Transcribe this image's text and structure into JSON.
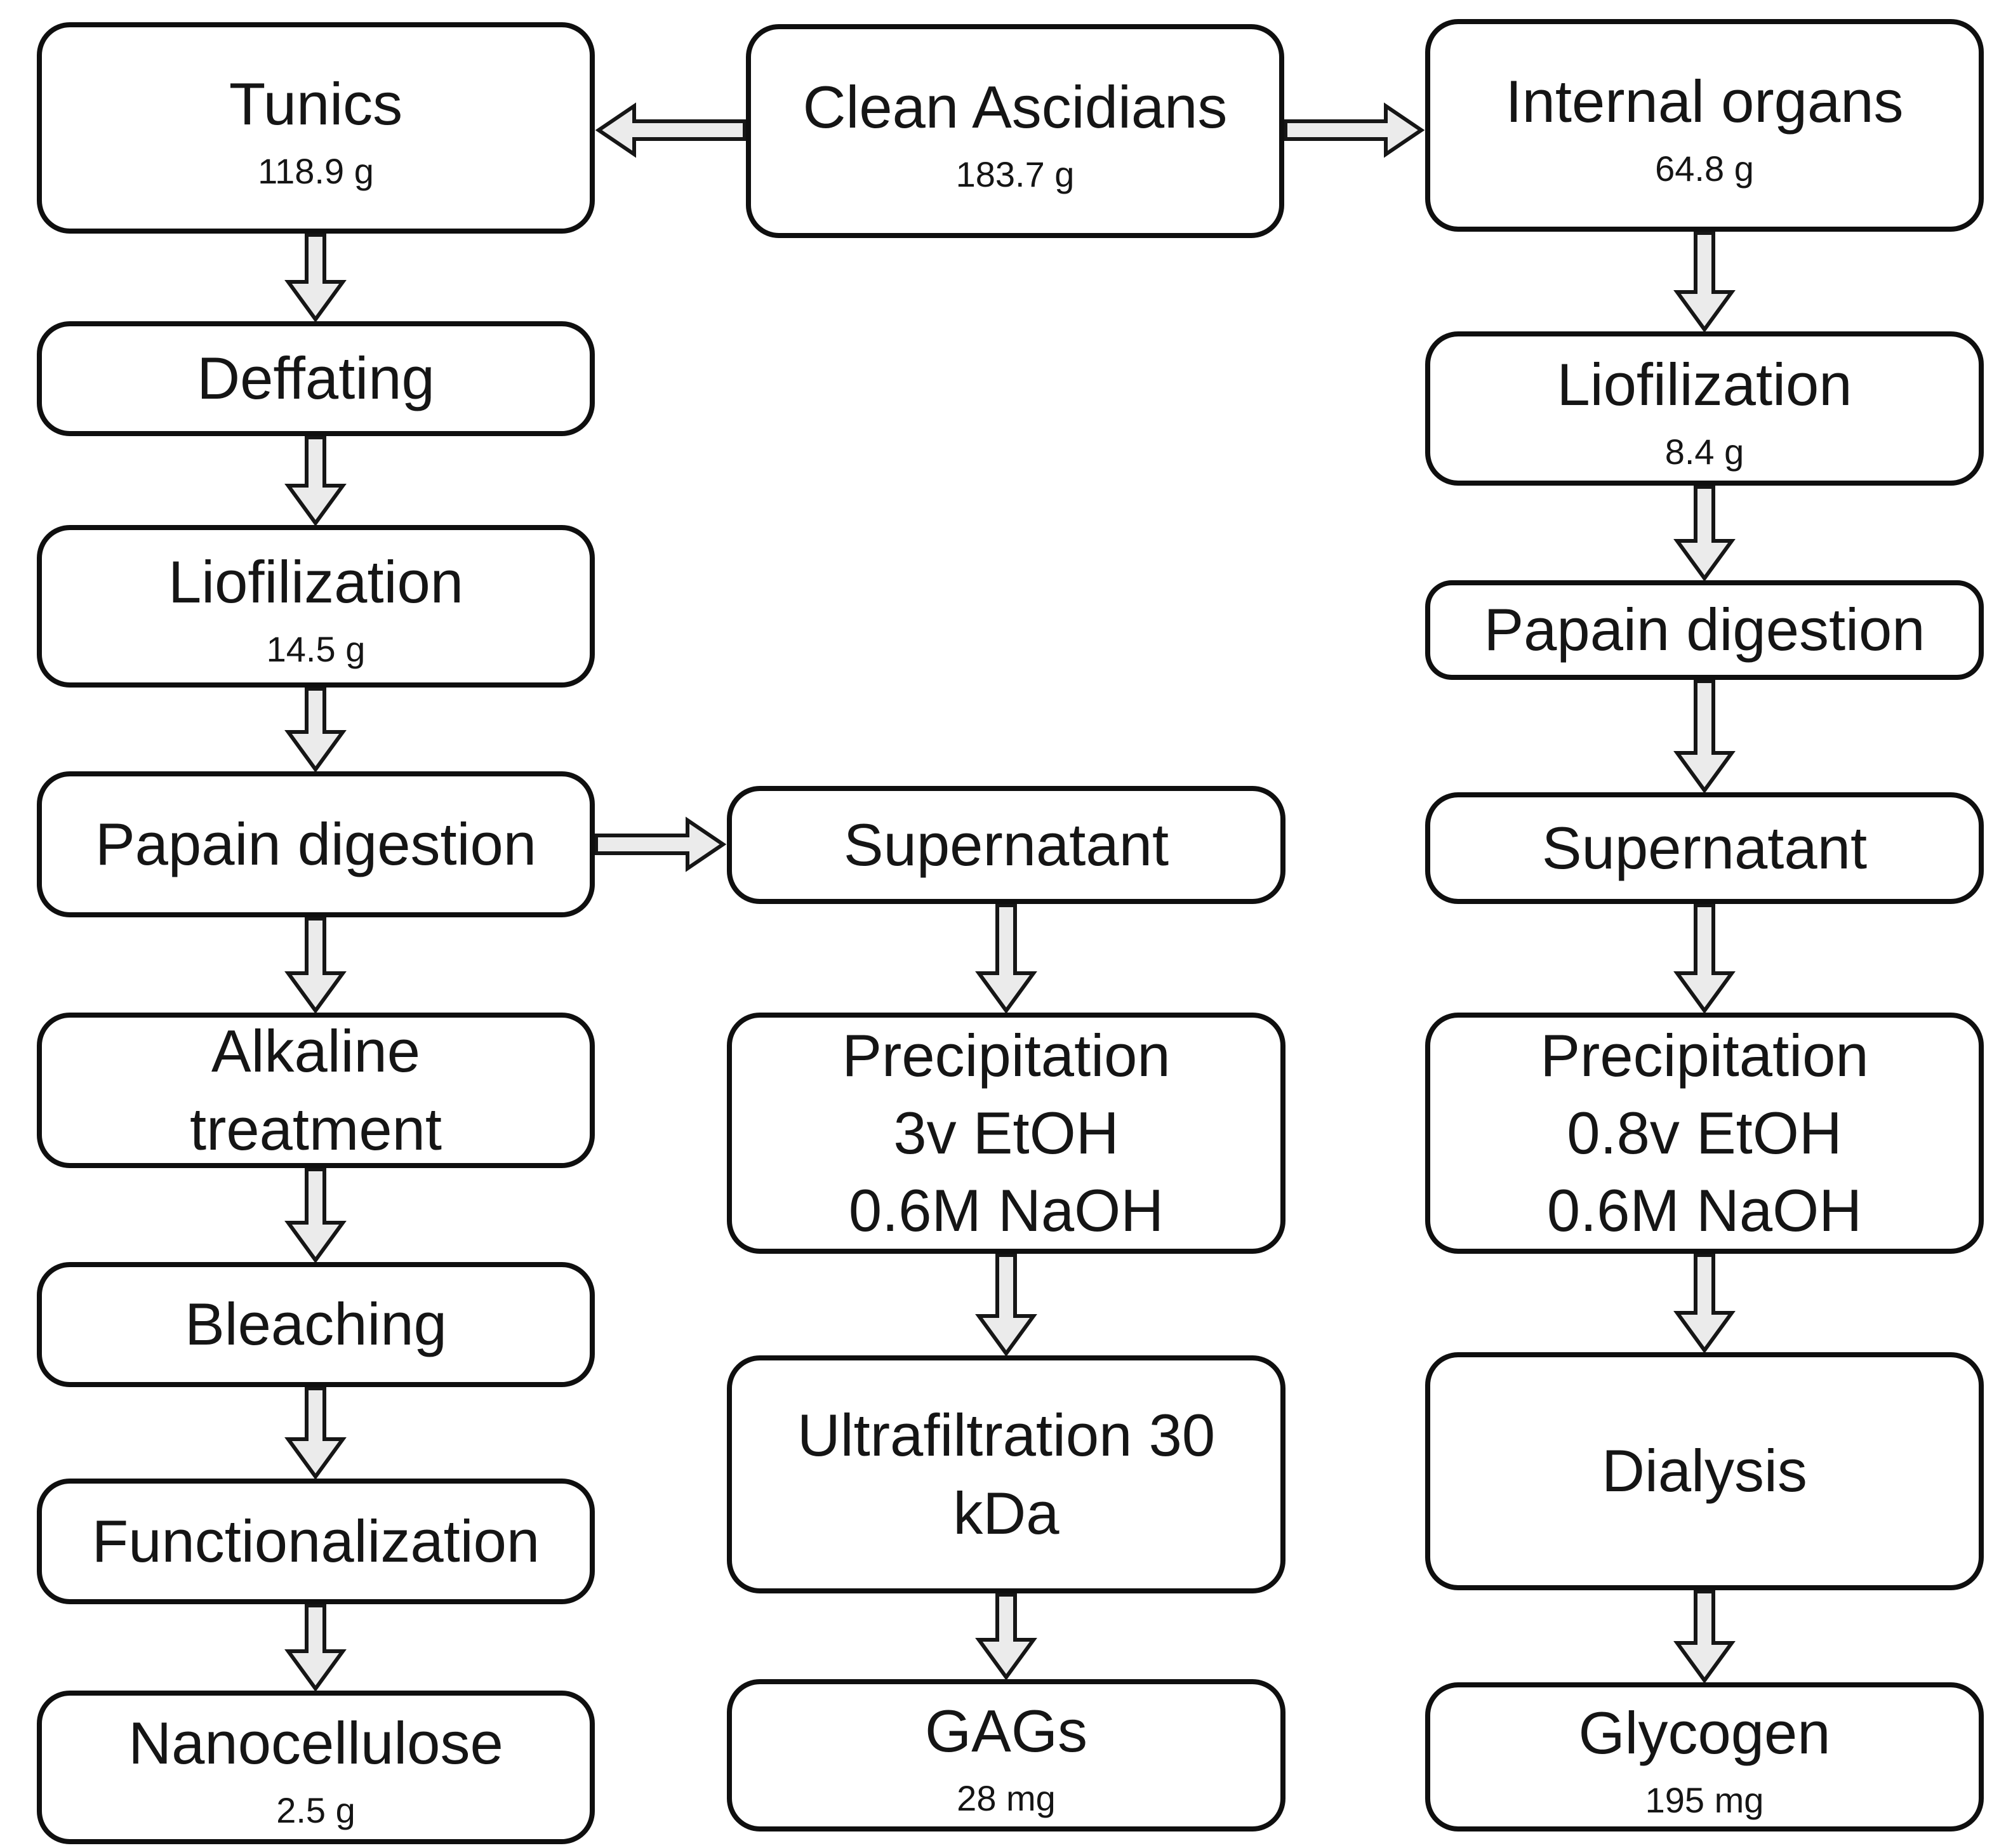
{
  "colors": {
    "box_border": "#0f0f0f",
    "box_fill": "#ffffff",
    "arrow_fill": "#ebebeb",
    "arrow_stroke": "#161616",
    "text_color": "#151515",
    "bg": "#ffffff"
  },
  "nodes": {
    "tunics": {
      "lines": [
        "Tunics"
      ],
      "value": "118.9 g"
    },
    "clean_ascidians": {
      "lines": [
        "Clean Ascidians"
      ],
      "value": "183.7 g"
    },
    "internal_organs": {
      "lines": [
        "Internal organs"
      ],
      "value": "64.8 g"
    },
    "deffating": {
      "lines": [
        "Deffating"
      ]
    },
    "liofilization_left": {
      "lines": [
        "Liofilization"
      ],
      "value": "14.5 g"
    },
    "papain_left": {
      "lines": [
        "Papain digestion"
      ]
    },
    "alkaline_treatment": {
      "lines": [
        "Alkaline",
        "treatment"
      ]
    },
    "bleaching": {
      "lines": [
        "Bleaching"
      ]
    },
    "functionalization": {
      "lines": [
        "Functionalization"
      ]
    },
    "nanocellulose": {
      "lines": [
        "Nanocellulose"
      ],
      "value": "2.5 g"
    },
    "supernatant_mid": {
      "lines": [
        "Supernatant"
      ]
    },
    "precipitation_mid": {
      "lines": [
        "Precipitation",
        "3v EtOH",
        "0.6M NaOH"
      ]
    },
    "ultrafiltration": {
      "lines": [
        "Ultrafiltration 30",
        "kDa"
      ]
    },
    "gags": {
      "lines": [
        "GAGs"
      ],
      "value": "28 mg"
    },
    "liofilization_right": {
      "lines": [
        "Liofilization"
      ],
      "value": "8.4 g"
    },
    "papain_right": {
      "lines": [
        "Papain digestion"
      ]
    },
    "supernatant_right": {
      "lines": [
        "Supernatant"
      ]
    },
    "precipitation_right": {
      "lines": [
        "Precipitation",
        "0.8v EtOH",
        "0.6M NaOH"
      ]
    },
    "dialysis": {
      "lines": [
        "Dialysis"
      ]
    },
    "glycogen": {
      "lines": [
        "Glycogen"
      ],
      "value": "195 mg"
    }
  }
}
